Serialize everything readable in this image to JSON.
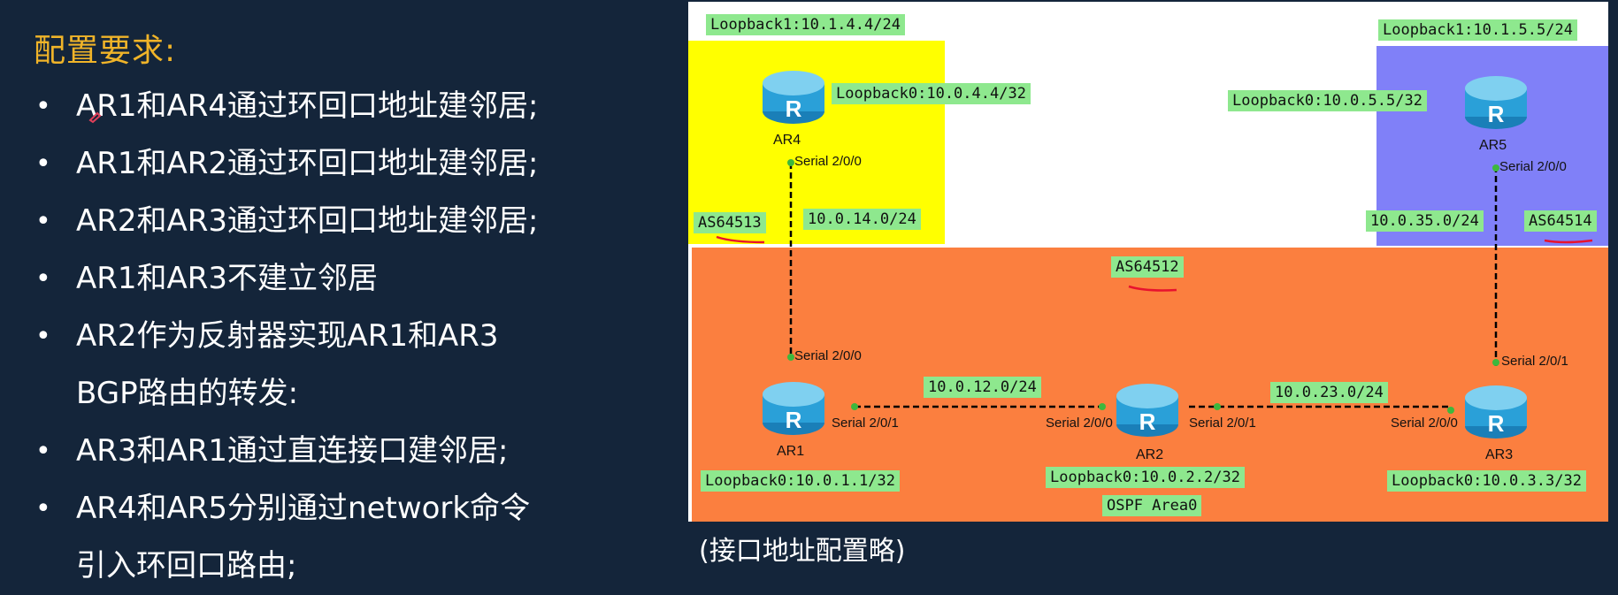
{
  "requirements": {
    "title": "配置要求:",
    "items": [
      [
        "AR1和AR4通过环回口地址建邻居;"
      ],
      [
        "AR1和AR2通过环回口地址建邻居;"
      ],
      [
        "AR2和AR3通过环回口地址建邻居;"
      ],
      [
        "AR1和AR3不建立邻居"
      ],
      [
        "AR2作为反射器实现AR1和AR3",
        "BGP路由的转发:"
      ],
      [
        "AR3和AR1通过直连接口建邻居;"
      ],
      [
        "AR4和AR5分别通过network命令",
        "引入环回口路由;"
      ]
    ]
  },
  "caption": "(接口地址配置略)",
  "diagram": {
    "routers": {
      "ar1": "AR1",
      "ar2": "AR2",
      "ar3": "AR3",
      "ar4": "AR4",
      "ar5": "AR5"
    },
    "router_icon_letter": "R",
    "labels": {
      "ar4_lo1": "Loopback1:10.1.4.4/24",
      "ar4_lo0": "Loopback0:10.0.4.4/32",
      "ar5_lo1": "Loopback1:10.1.5.5/24",
      "ar5_lo0": "Loopback0:10.0.5.5/32",
      "as_left": "AS64513",
      "as_right": "AS64514",
      "as_center": "AS64512",
      "net_14": "10.0.14.0/24",
      "net_35": "10.0.35.0/24",
      "net_12": "10.0.12.0/24",
      "net_23": "10.0.23.0/24",
      "ar1_lo0": "Loopback0:10.0.1.1/32",
      "ar2_lo0": "Loopback0:10.0.2.2/32",
      "ar3_lo0": "Loopback0:10.0.3.3/32",
      "ospf": "OSPF Area0"
    },
    "interfaces": {
      "ar4_s200": "Serial 2/0/0",
      "ar5_s200": "Serial 2/0/0",
      "ar1_s200": "Serial 2/0/0",
      "ar1_s201": "Serial 2/0/1",
      "ar2_s200": "Serial 2/0/0",
      "ar2_s201": "Serial 2/0/1",
      "ar3_s200": "Serial 2/0/0",
      "ar3_s201": "Serial 2/0/1"
    },
    "colors": {
      "as64513_zone": "#ffff00",
      "as64514_zone": "#8080f8",
      "as64512_zone": "#fb7f3f",
      "label_bg": "#8ee88e",
      "router": "#2aa0d8"
    }
  }
}
